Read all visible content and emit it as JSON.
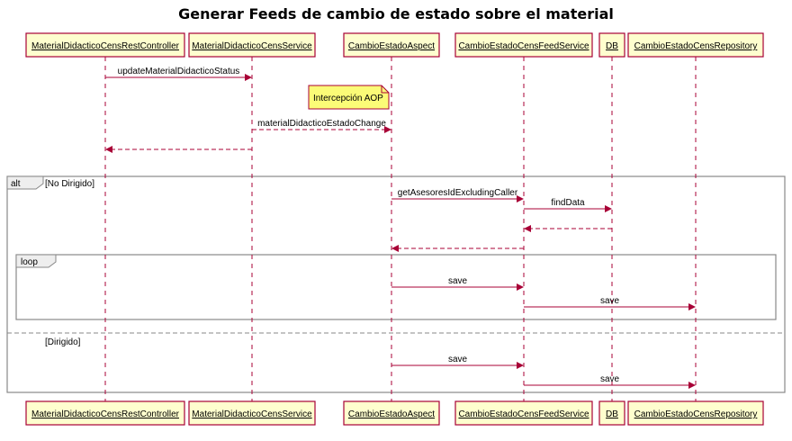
{
  "title": "Generar Feeds de cambio de estado sobre el material",
  "participants": [
    {
      "id": "controller",
      "label": "MaterialDidacticoCensRestController"
    },
    {
      "id": "service",
      "label": "MaterialDidacticoCensService"
    },
    {
      "id": "aspect",
      "label": "CambioEstadoAspect"
    },
    {
      "id": "feed",
      "label": "CambioEstadoCensFeedService"
    },
    {
      "id": "db",
      "label": "DB"
    },
    {
      "id": "repo",
      "label": "CambioEstadoCensRepository"
    }
  ],
  "messages": [
    {
      "from": "controller",
      "to": "service",
      "label": "updateMaterialDidacticoStatus",
      "style": "solid"
    },
    {
      "from": "service",
      "to": "aspect",
      "label": "materialDidacticoEstadoChange",
      "style": "dashed"
    },
    {
      "from": "service",
      "to": "controller",
      "label": "",
      "style": "dashed"
    },
    {
      "from": "aspect",
      "to": "feed",
      "label": "getAsesoresIdExcludingCaller",
      "style": "solid"
    },
    {
      "from": "feed",
      "to": "db",
      "label": "findData",
      "style": "solid"
    },
    {
      "from": "db",
      "to": "feed",
      "label": "",
      "style": "dashed"
    },
    {
      "from": "feed",
      "to": "aspect",
      "label": "",
      "style": "dashed"
    },
    {
      "from": "aspect",
      "to": "feed",
      "label": "save",
      "style": "solid"
    },
    {
      "from": "feed",
      "to": "repo",
      "label": "save",
      "style": "solid"
    },
    {
      "from": "aspect",
      "to": "feed",
      "label": "save",
      "style": "solid"
    },
    {
      "from": "feed",
      "to": "repo",
      "label": "save",
      "style": "solid"
    }
  ],
  "note": {
    "label": "Intercepción AOP"
  },
  "fragments": {
    "alt": {
      "keyword": "alt",
      "guard1": "[No Dirigido]",
      "guard2": "[Dirigido]"
    },
    "loop": {
      "keyword": "loop"
    }
  },
  "colors": {
    "participant_fill": "#fefece",
    "participant_border": "#a80036",
    "lifeline": "#a80036",
    "arrow": "#a80036",
    "fragment_border": "#888888"
  }
}
